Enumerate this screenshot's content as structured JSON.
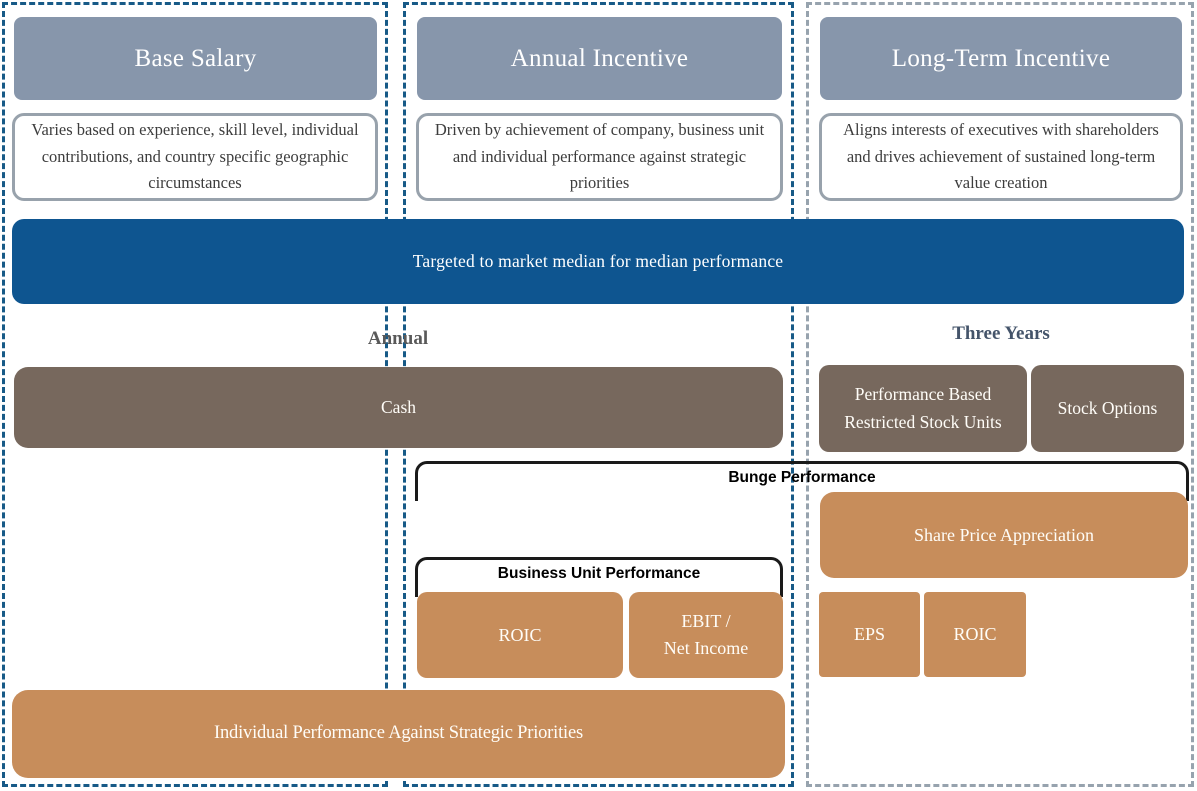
{
  "columns": [
    {
      "title": "Base Salary",
      "description": "Varies based on experience, skill level, individual contributions, and country specific geographic circumstances"
    },
    {
      "title": "Annual Incentive",
      "description": "Driven by achievement of company, business unit and individual performance against strategic priorities"
    },
    {
      "title": "Long-Term Incentive",
      "description": "Aligns interests of executives with shareholders and drives achievement of sustained long-term value creation"
    }
  ],
  "banner": {
    "label": "Targeted to market median for median performance"
  },
  "timeframes": {
    "annual": "Annual",
    "three_years": "Three Years"
  },
  "vehicles": {
    "cash": "Cash",
    "pbrsu": "Performance Based Restricted Stock Units",
    "stock_options": "Stock Options"
  },
  "brackets": {
    "bunge": "Bunge Performance",
    "business_unit": "Business Unit Performance"
  },
  "metrics": {
    "share_price": "Share Price Appreciation",
    "bu_roic": "ROIC",
    "bu_ebit": "EBIT /\nNet Income",
    "eps": "EPS",
    "lt_roic": "ROIC",
    "individual": "Individual Performance Against Strategic Priorities"
  },
  "colors": {
    "header_bg": "#8796ab",
    "banner_bg": "#0e5590",
    "vehicle_bg": "#77685d",
    "metric_bg": "#c78d5b",
    "panel_dash_blue": "#175a87",
    "panel_dash_gray": "#97a3ae",
    "annual_label": "#595959",
    "three_years_label": "#44546a",
    "bracket_line": "#1a1a1a"
  }
}
